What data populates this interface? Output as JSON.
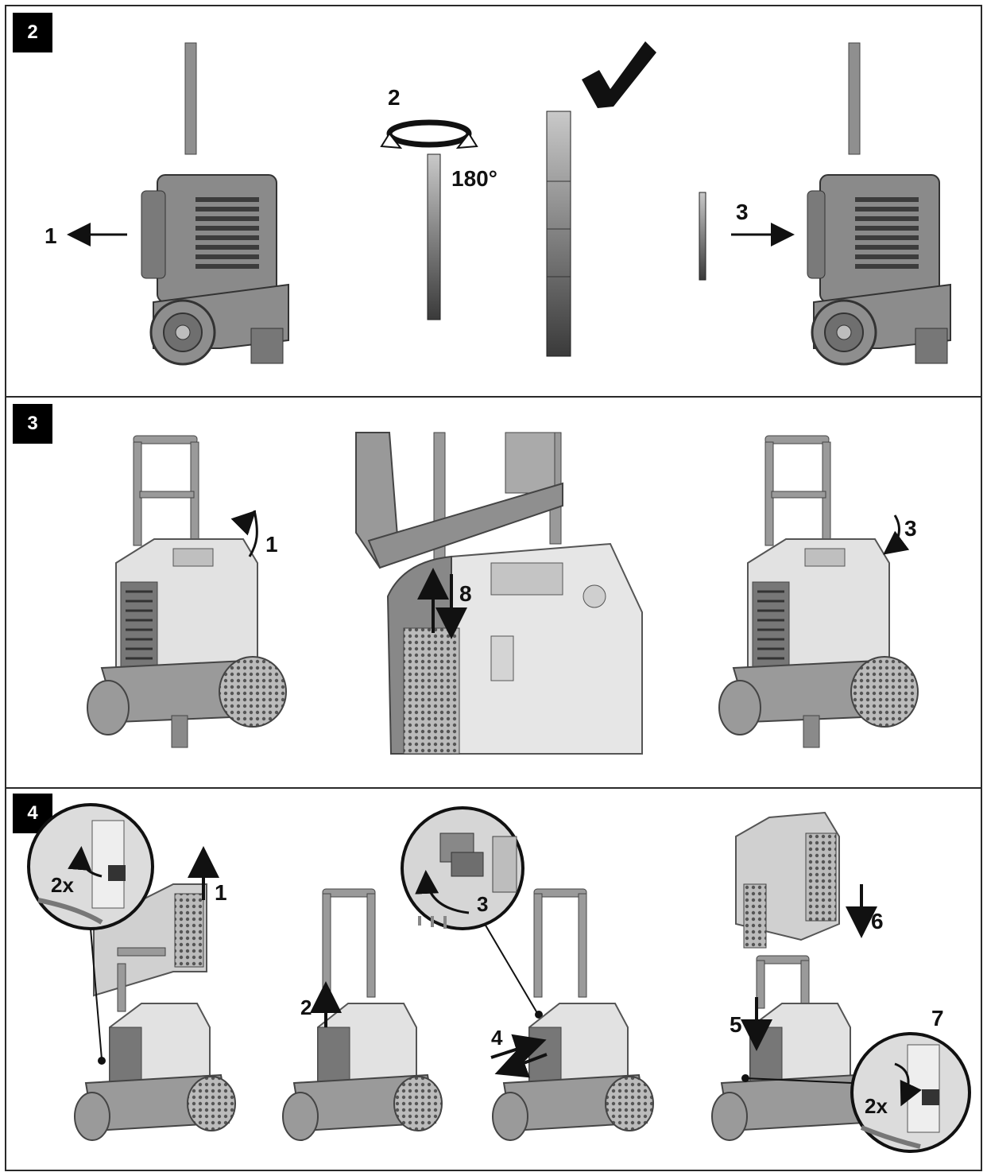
{
  "panels": [
    {
      "number": "2",
      "labels": {
        "step1": "1",
        "step2": "2",
        "rotation": "180°",
        "step3": "3"
      }
    },
    {
      "number": "3",
      "labels": {
        "step1": "1",
        "step8": "8",
        "step3": "3"
      }
    },
    {
      "number": "4",
      "labels": {
        "step1": "1",
        "twice_a": "2x",
        "step2": "2",
        "step3": "3",
        "step4": "4",
        "step5": "5",
        "step6": "6",
        "step7": "7",
        "twice_b": "2x"
      }
    }
  ],
  "colors": {
    "border": "#2a2a2a",
    "badge": "#000000",
    "device_dark": "#7d7d7d",
    "device_light": "#e2e2e2",
    "ink": "#111111"
  }
}
